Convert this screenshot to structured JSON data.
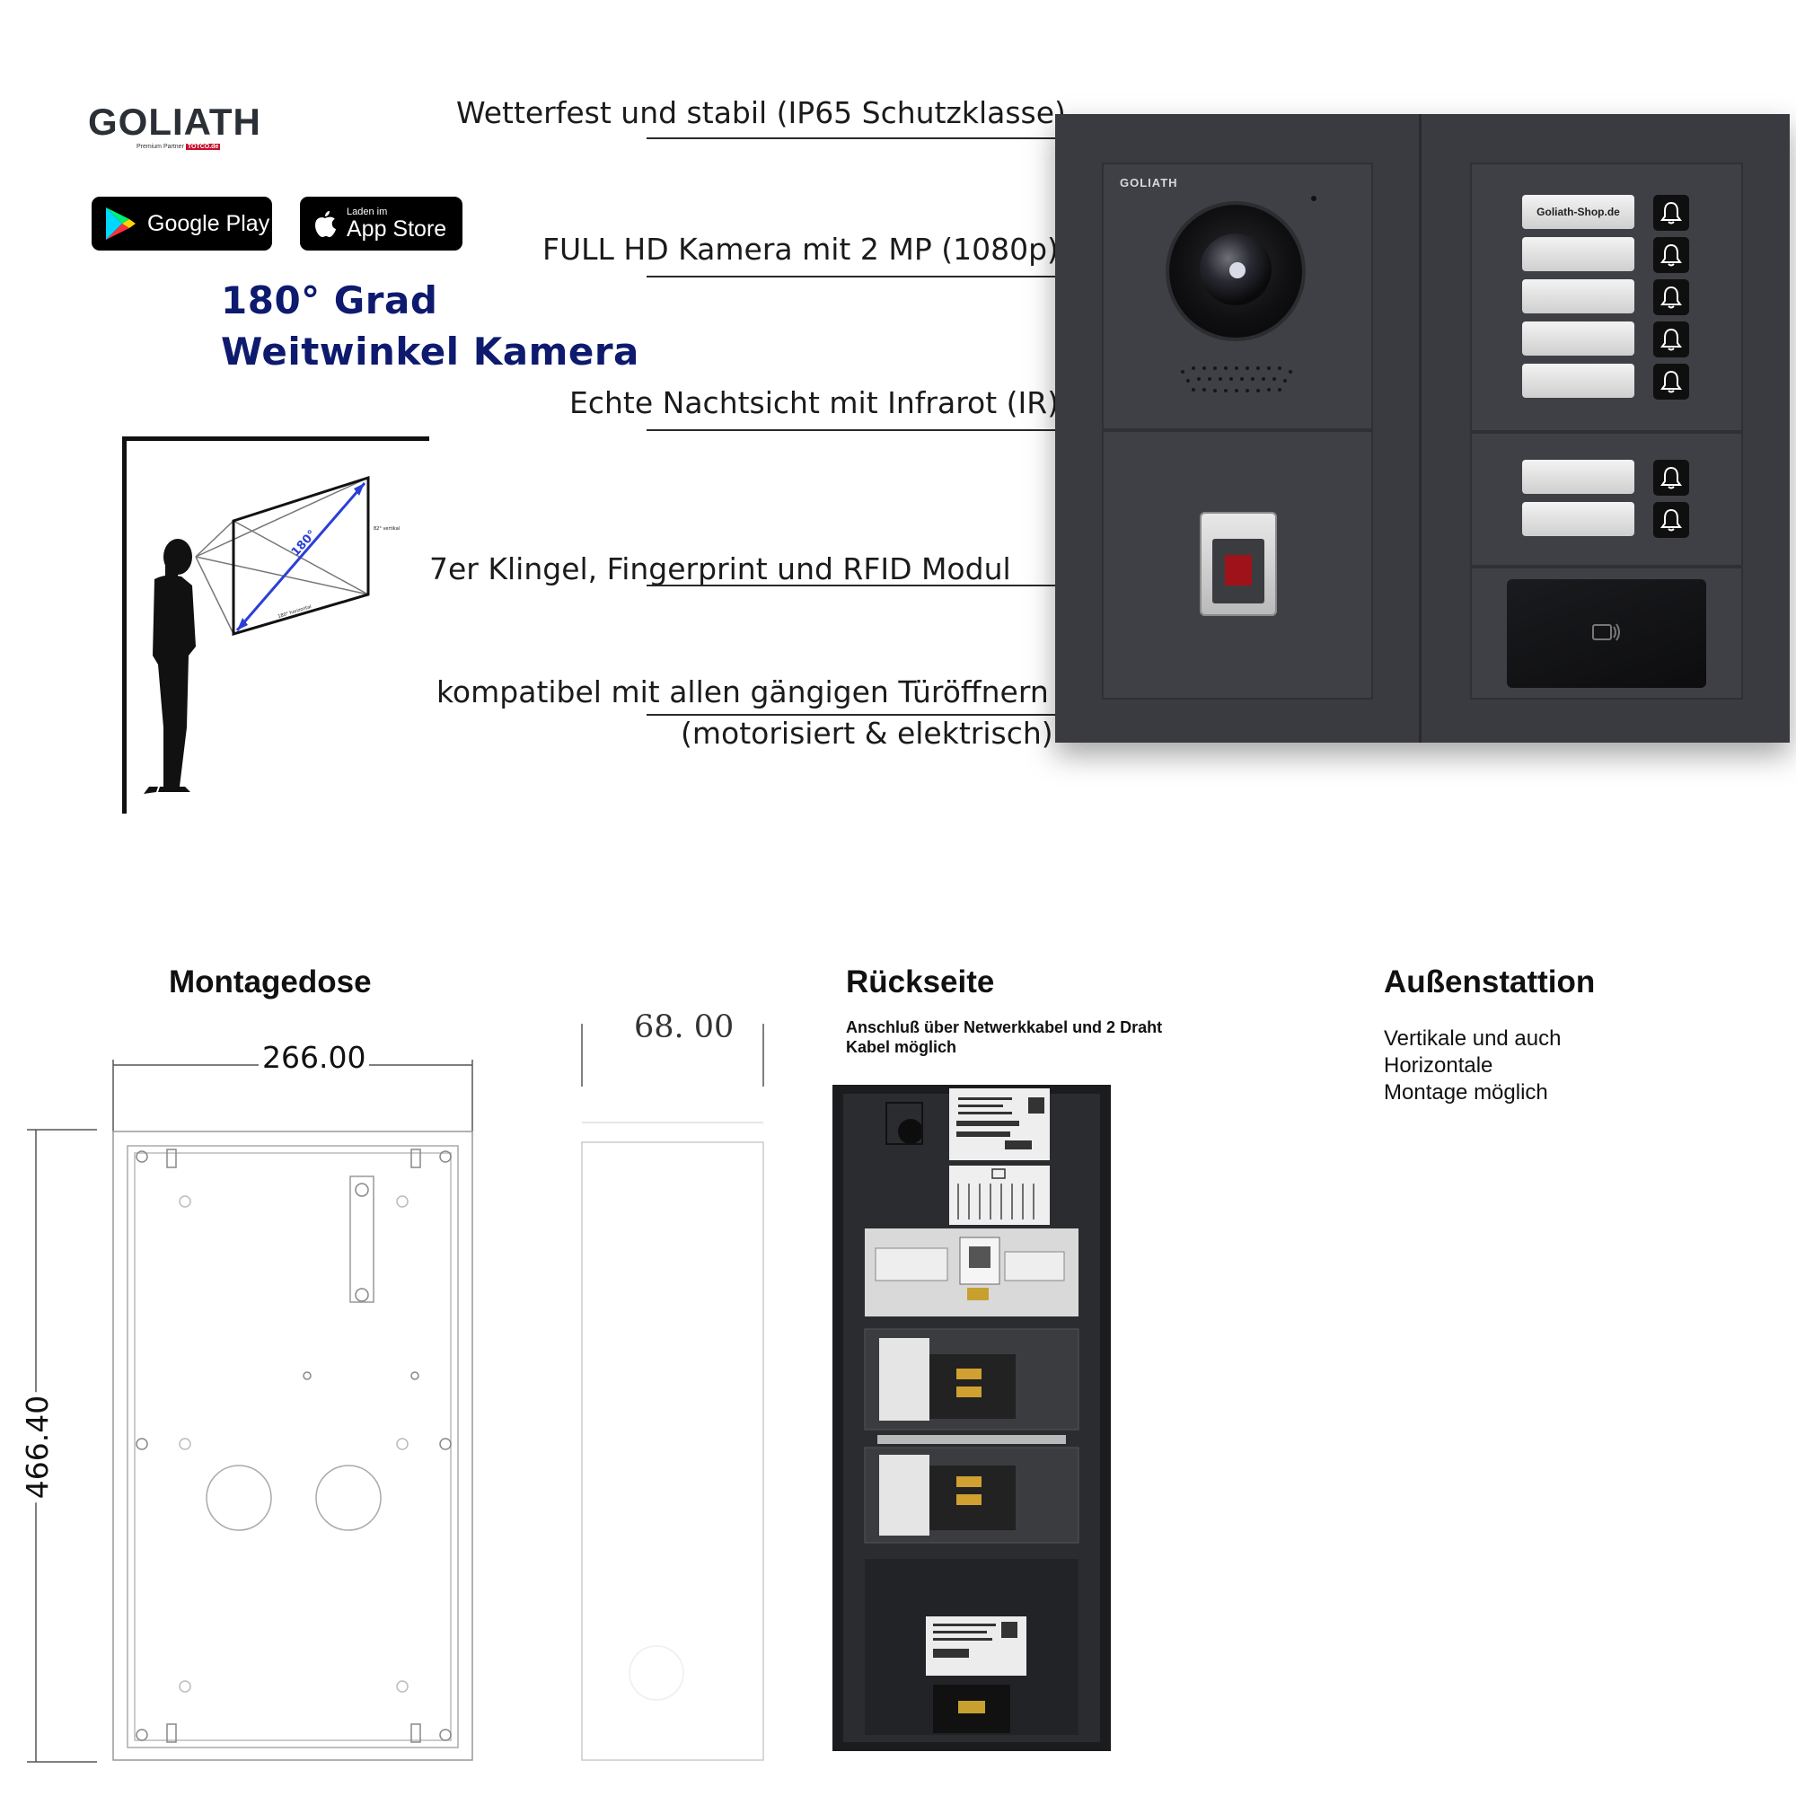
{
  "brand": {
    "logo_text": "GOLIATH",
    "logo_sub": "Premium Partner",
    "logo_sub_partner": "TOTCO.de"
  },
  "badges": {
    "google_play": "Google Play",
    "app_store_top": "Laden im",
    "app_store_main": "App Store"
  },
  "headline": {
    "line1": "180° Grad",
    "line2": "Weitwinkel Kamera"
  },
  "callouts": {
    "weather": "Wetterfest und stabil (IP65 Schutzklasse)",
    "camera": "FULL HD Kamera mit 2 MP (1080p)",
    "night": "Echte Nachtsicht mit Infrarot (IR)",
    "modules": "7er Klingel, Fingerprint und RFID Modul",
    "compat_1": "kompatibel mit allen gängigen Türöffnern",
    "compat_2": "(motorisiert & elektrisch)"
  },
  "diagram": {
    "angle_label": "180°",
    "vertical_label": "82° vertikal",
    "horizontal_label": "180° horizontal"
  },
  "device": {
    "panel_logo": "GOLIATH",
    "first_nameplate": "Goliath-Shop.de",
    "bell_count": 7
  },
  "sections": {
    "montagedose": {
      "title": "Montagedose",
      "width": "266.00",
      "height": "466.40",
      "depth": "68. 00"
    },
    "rueckseite": {
      "title": "Rückseite",
      "note_1": "Anschluß über Netwerkkabel und 2 Draht",
      "note_2": "Kabel möglich"
    },
    "aussenstation": {
      "title": "Außenstattion",
      "line_1": "Vertikale und auch",
      "line_2": "Horizontale",
      "line_3": "Montage möglich"
    }
  },
  "colors": {
    "headline": "#0d1a6e",
    "panel": "#3a3b40",
    "accent_red": "#c8102e"
  }
}
